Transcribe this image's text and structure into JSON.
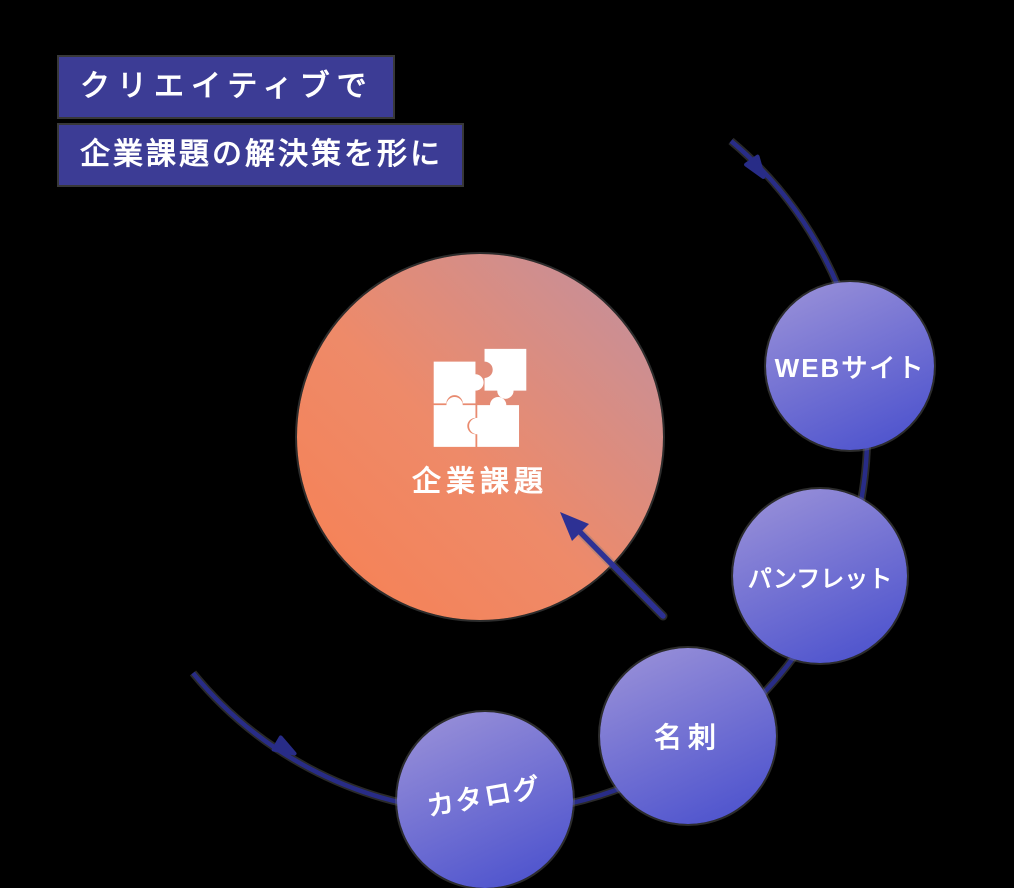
{
  "headline": {
    "line1": "クリエイティブで",
    "line2": "企業課題の解決策を形に"
  },
  "center_node": {
    "label": "企業課題",
    "icon": "puzzle-icon"
  },
  "satellite_nodes": [
    {
      "label": "WEBサイト"
    },
    {
      "label": "パンフレット"
    },
    {
      "label": "名刺"
    },
    {
      "label": "カタログ"
    }
  ],
  "colors": {
    "background": "#000000",
    "headline_bg": "#3c3c95",
    "headline_text": "#ffffff",
    "center_gradient_start": "#f68155",
    "center_gradient_mid": "#ee8a69",
    "center_gradient_end": "#c2909e",
    "satellite_gradient_start": "#968ed8",
    "satellite_gradient_end": "#5156ce",
    "connector": "#282c87",
    "arrow": "#2d3194",
    "node_text": "#ffffff",
    "icon": "#ffffff"
  }
}
